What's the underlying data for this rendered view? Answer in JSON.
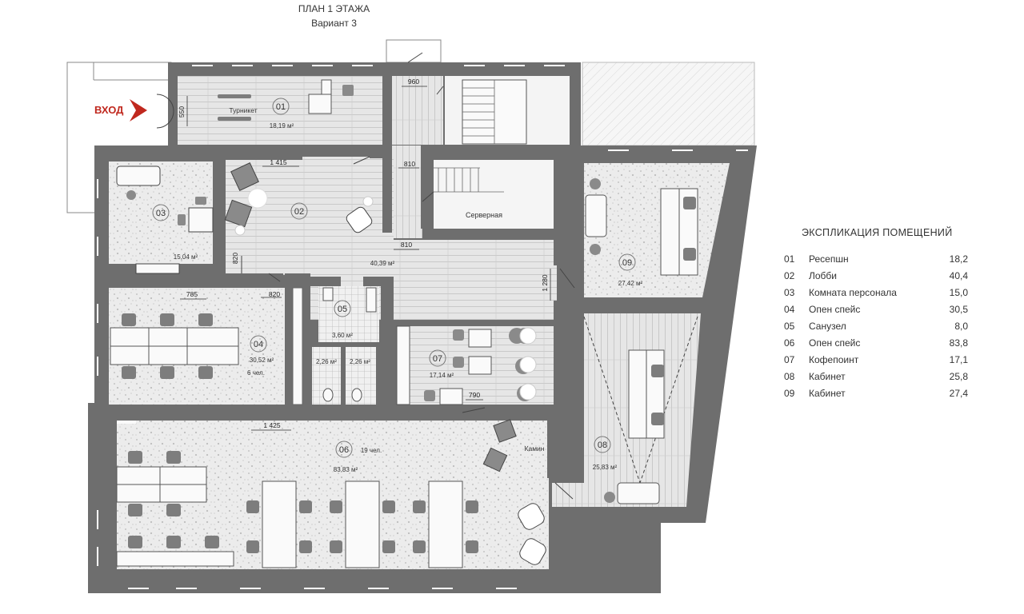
{
  "header": {
    "title": "ПЛАН 1 ЭТАЖА",
    "subtitle": "Вариант 3"
  },
  "entrance_label": "ВХОД",
  "legend": {
    "title": "ЭКСПЛИКАЦИЯ ПОМЕЩЕНИЙ",
    "rows": [
      {
        "num": "01",
        "name": "Ресепшн",
        "area": "18,2"
      },
      {
        "num": "02",
        "name": "Лобби",
        "area": "40,4"
      },
      {
        "num": "03",
        "name": "Комната персонала",
        "area": "15,0"
      },
      {
        "num": "04",
        "name": "Опен спейс",
        "area": "30,5"
      },
      {
        "num": "05",
        "name": "Санузел",
        "area": "8,0"
      },
      {
        "num": "06",
        "name": "Опен спейс",
        "area": "83,8"
      },
      {
        "num": "07",
        "name": "Кофепоинт",
        "area": "17,1"
      },
      {
        "num": "08",
        "name": "Кабинет",
        "area": "25,8"
      },
      {
        "num": "09",
        "name": "Кабинет",
        "area": "27,4"
      }
    ]
  },
  "rooms": {
    "r01": {
      "num": "01",
      "area": "18,19 м²",
      "label": "Турникет"
    },
    "r02": {
      "num": "02",
      "area": "40,39 м²"
    },
    "r03": {
      "num": "03",
      "area": "15,04 м²"
    },
    "r04": {
      "num": "04",
      "area": "30,52 м²",
      "people": "6 чел."
    },
    "r05": {
      "num": "05",
      "area": "3,60 м²",
      "wc1": "2,26 м²",
      "wc2": "2,26 м²"
    },
    "r06": {
      "num": "06",
      "area": "83,83 м²",
      "people": "19 чел.",
      "label": "Камин"
    },
    "r07": {
      "num": "07",
      "area": "17,14 м²"
    },
    "r08": {
      "num": "08",
      "area": "25,83 м²"
    },
    "r09": {
      "num": "09",
      "area": "27,42 м²"
    },
    "server": {
      "label": "Серверная"
    }
  },
  "dimensions": [
    "550",
    "960",
    "1 415",
    "810",
    "810",
    "820",
    "1 280",
    "785",
    "820",
    "790",
    "1 425"
  ],
  "colors": {
    "wall": "#6e6e6e",
    "floor": "#e4e4e4",
    "entrance_arrow": "#c0281e",
    "furniture": "#7d7d7d"
  }
}
